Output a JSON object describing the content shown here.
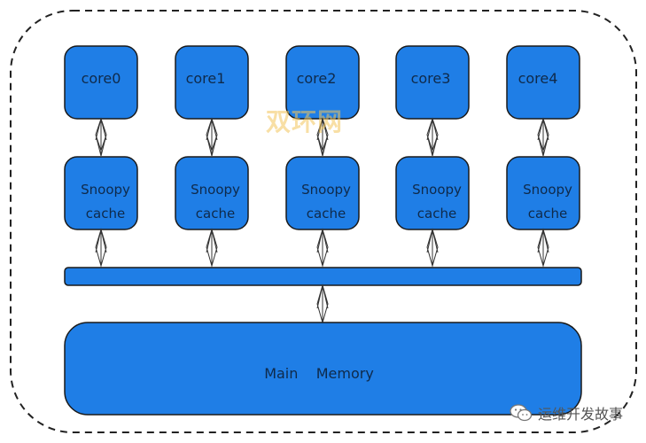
{
  "diagram": {
    "cores": [
      {
        "core": "core0",
        "cache_line1": "Snoopy",
        "cache_line2": "cache"
      },
      {
        "core": "core1",
        "cache_line1": "Snoopy",
        "cache_line2": "cache"
      },
      {
        "core": "core2",
        "cache_line1": "Snoopy",
        "cache_line2": "cache"
      },
      {
        "core": "core3",
        "cache_line1": "Snoopy",
        "cache_line2": "cache"
      },
      {
        "core": "core4",
        "cache_line1": "Snoopy",
        "cache_line2": "cache"
      }
    ],
    "memory_label": "Main    Memory"
  },
  "watermark": "双环网",
  "source_label": "运维开发故事",
  "colors": {
    "box_fill": "#1f7ee6",
    "box_stroke": "#1a1a1a",
    "border_dash": "#222222"
  },
  "icons": [
    "wechat-icon",
    "double-arrow-icon"
  ]
}
